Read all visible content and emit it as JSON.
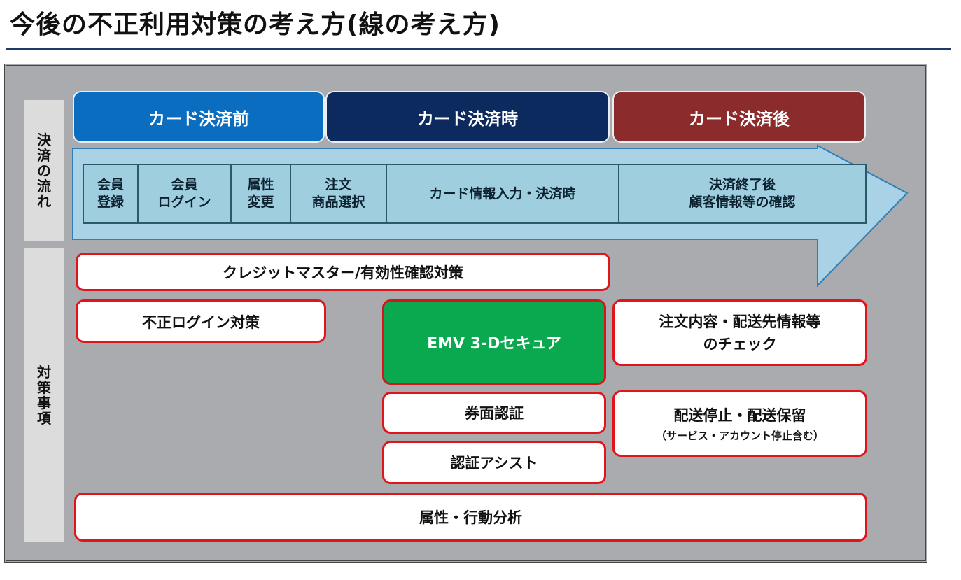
{
  "title": "今後の不正利用対策の考え方(線の考え方)",
  "side_labels": {
    "flow": "決済の流れ",
    "measures": "対策事項"
  },
  "phases": [
    {
      "label": "カード決済前",
      "color": "#0b6dc0"
    },
    {
      "label": "カード決済時",
      "color": "#0d2a5e"
    },
    {
      "label": "カード決済後",
      "color": "#8b2b2b"
    }
  ],
  "steps": [
    "会員\n登録",
    "会員\nログイン",
    "属性\n変更",
    "注文\n商品選択",
    "カード情報入力・決済時",
    "決済終了後\n顧客情報等の確認"
  ],
  "measures": {
    "credit_master": "クレジットマスター/有効性確認対策",
    "fraud_login": "不正ログイン対策",
    "emv": "EMV 3-Dセキュア",
    "order_check": "注文内容・配送先情報等\nのチェック",
    "card_face": "券面認証",
    "delivery_stop": "配送停止・配送保留",
    "delivery_stop_note": "（サービス・アカウント停止含む）",
    "auth_assist": "認証アシスト",
    "behavior": "属性・行動分析"
  },
  "colors": {
    "arrow_fill": "#a9d2e6",
    "arrow_stroke": "#2f7fb4",
    "box_border": "#e0141b",
    "emv_fill": "#0aa84f"
  }
}
